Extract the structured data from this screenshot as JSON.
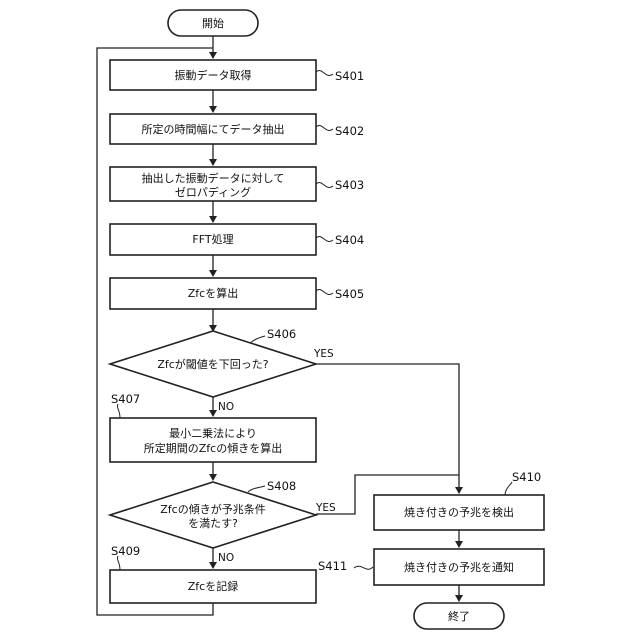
{
  "nodes": {
    "start": "開始",
    "s401": "振動データ取得",
    "s402": "所定の時間幅にてデータ抽出",
    "s403_line1": "抽出した振動データに対して",
    "s403_line2": "ゼロパディング",
    "s404": "FFT処理",
    "s405": "Zfcを算出",
    "s406": "Zfcが閾値を下回った?",
    "s407_line1": "最小二乗法により",
    "s407_line2": "所定期間のZfcの傾きを算出",
    "s408_line1": "Zfcの傾きが予兆条件",
    "s408_line2": "を満たす?",
    "s409": "Zfcを記録",
    "s410": "焼き付きの予兆を検出",
    "s411": "焼き付きの予兆を通知",
    "end": "終了"
  },
  "step_labels": {
    "s401": "S401",
    "s402": "S402",
    "s403": "S403",
    "s404": "S404",
    "s405": "S405",
    "s406": "S406",
    "s407": "S407",
    "s408": "S408",
    "s409": "S409",
    "s410": "S410",
    "s411": "S411"
  },
  "branch_labels": {
    "s406_yes": "YES",
    "s406_no": "NO",
    "s408_yes": "YES",
    "s408_no": "NO"
  }
}
